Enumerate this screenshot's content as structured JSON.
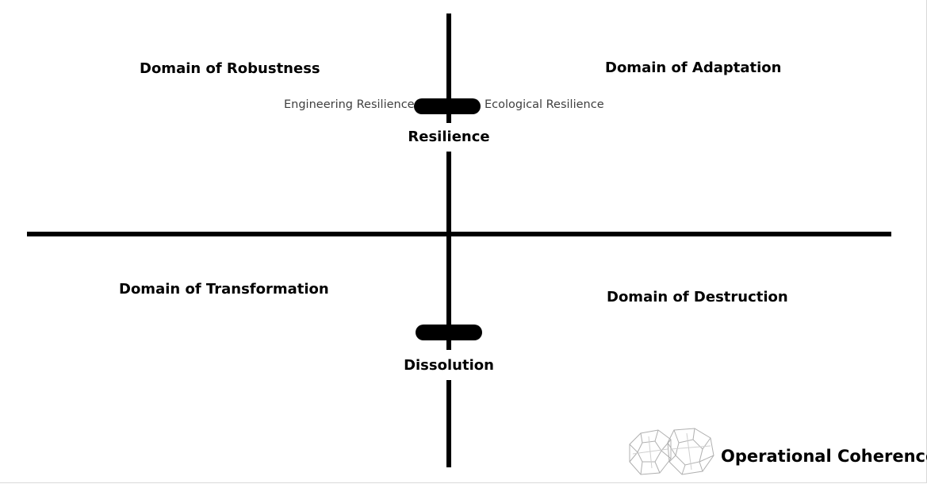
{
  "diagram": {
    "quadrants": {
      "top_left": "Domain of Robustness",
      "top_right": "Domain of Adaptation",
      "bottom_left": "Domain of Transformation",
      "bottom_right": "Domain of Destruction"
    },
    "upper_marker": {
      "left_label": "Engineering Resilience",
      "right_label": "Ecological Resilience",
      "title": "Resilience"
    },
    "lower_marker": {
      "title": "Dissolution"
    }
  },
  "brand": {
    "name": "Operational Coherence",
    "logo_icon": "dodecahedron-logo-icon"
  }
}
